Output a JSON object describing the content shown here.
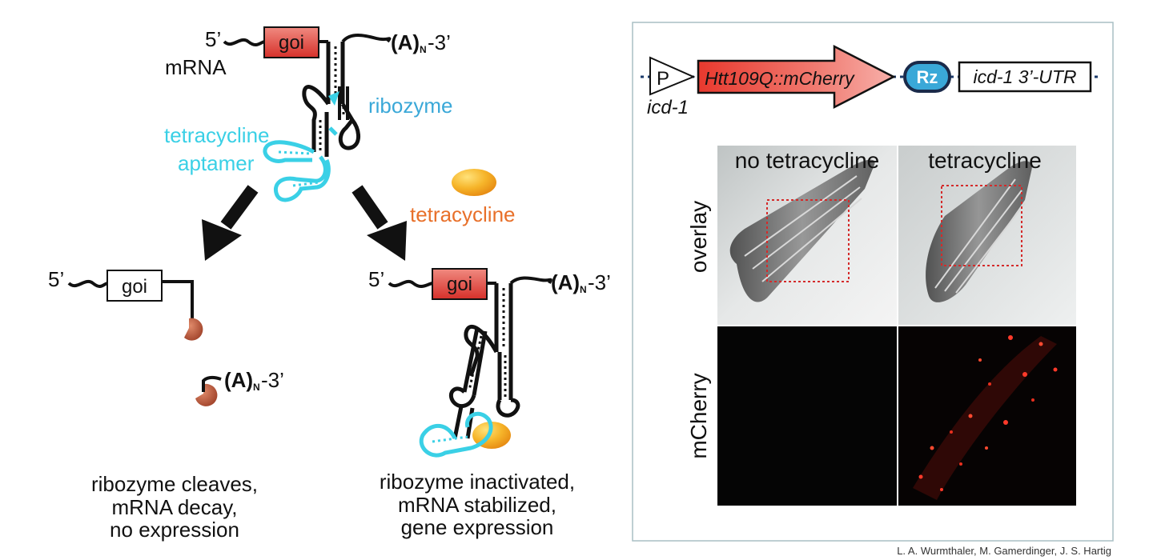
{
  "top_construct": {
    "five_prime": "5’",
    "mrna_label": "mRNA",
    "gene_label": "goi",
    "polyA_A": "(A)",
    "polyA_N": "N",
    "polyA_tail": "-3’",
    "ribozyme_label": "ribozyme",
    "aptamer_label_1": "tetracycline",
    "aptamer_label_2": "aptamer"
  },
  "ligand_label": "tetracycline",
  "left_outcome": {
    "five_prime": "5’",
    "gene_label": "goi",
    "polyA_A": "(A)",
    "polyA_N": "N",
    "polyA_tail": "-3’",
    "caption_lines": [
      "ribozyme cleaves,",
      "mRNA decay,",
      "no expression"
    ]
  },
  "right_outcome": {
    "five_prime": "5’",
    "gene_label": "goi",
    "polyA_A": "(A)",
    "polyA_N": "N",
    "polyA_tail": "-3’",
    "caption_lines": [
      "ribozyme inactivated,",
      "mRNA stabilized,",
      "gene expression"
    ]
  },
  "panel": {
    "promoter_letter": "P",
    "promoter_name": "icd-1",
    "fusion_gene": "Htt109Q::mCherry",
    "ribozyme_badge": "Rz",
    "utr_label": "icd-1 3’-UTR",
    "col_headers": [
      "no tetracycline",
      "tetracycline"
    ],
    "row_labels": [
      "overlay",
      "mCherry"
    ]
  },
  "credit": "L. A. Wurmthaler, M. Gamerdinger, J. S. Hartig",
  "colors": {
    "cyan": "#3ad0e6",
    "ribozyme_text": "#3aa8d8",
    "gene_red": "#e0433a",
    "ligand_orange": "#f2a11a",
    "ligand_text": "#e8702a",
    "panel_border": "#a9bfc4",
    "cleaved_end": "#c25a3a"
  }
}
